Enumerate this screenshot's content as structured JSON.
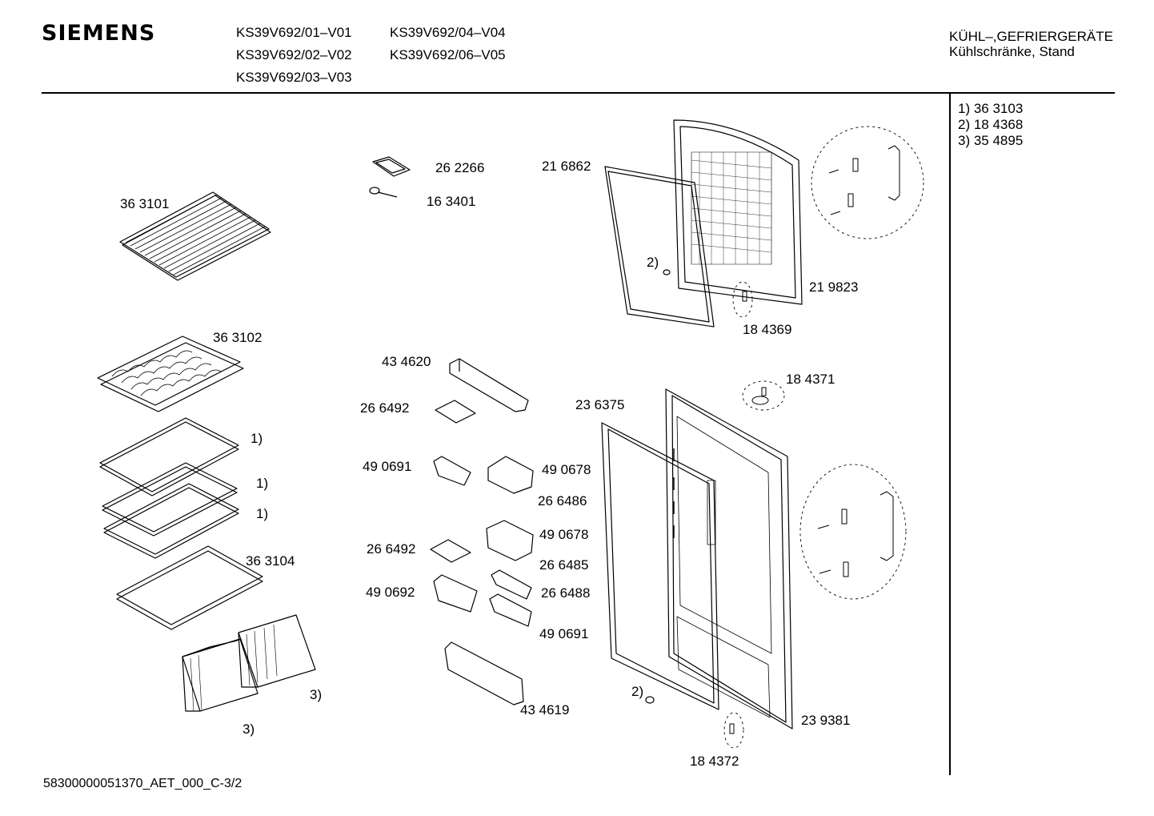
{
  "header": {
    "brand": "SIEMENS",
    "models": [
      "KS39V692/01–V01",
      "KS39V692/02–V02",
      "KS39V692/03–V03",
      "KS39V692/04–V04",
      "KS39V692/06–V05"
    ],
    "category_line1": "KÜHL–,GEFRIERGERÄTE",
    "category_line2": "Kühlschränke, Stand"
  },
  "notes": [
    "1) 36 3103",
    "2) 18 4368",
    "3) 35 4895"
  ],
  "labels": {
    "p363101": "36 3101",
    "p363102": "36 3102",
    "fn1a": "1)",
    "fn1b": "1)",
    "fn1c": "1)",
    "p363104": "36 3104",
    "fn3a": "3)",
    "fn3b": "3)",
    "p262266": "26 2266",
    "p163401": "16 3401",
    "p216862": "21 6862",
    "fn2a": "2)",
    "p219823": "21 9823",
    "p184369": "18 4369",
    "p434620": "43 4620",
    "p266492a": "26 6492",
    "p490691a": "49 0691",
    "p490678a": "49 0678",
    "p266486": "26 6486",
    "p490678b": "49 0678",
    "p266492b": "26 6492",
    "p266485": "26 6485",
    "p490692": "49 0692",
    "p266488": "26 6488",
    "p490691b": "49 0691",
    "p434619": "43 4619",
    "p236375": "23 6375",
    "p184371": "18 4371",
    "fn2b": "2)",
    "p239381": "23 9381",
    "p184372": "18 4372"
  },
  "footer": {
    "doc_id": "58300000051370_AET_000_C",
    "page": "-3/2"
  }
}
